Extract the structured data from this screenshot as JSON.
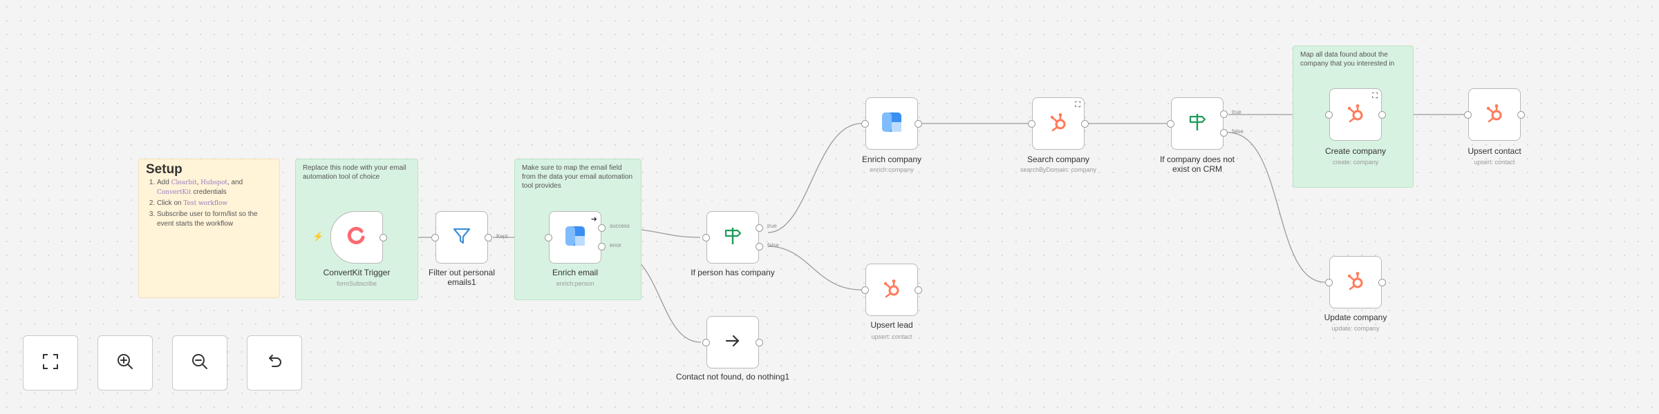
{
  "notes": {
    "setup": {
      "title": "Setup",
      "steps": [
        {
          "pre": "Add ",
          "hl": "Clearbit",
          "mid1": ", ",
          "hl2": "Hubspot",
          "mid2": ", and ",
          "hl3": "ConvertKit",
          "post": " credentials"
        },
        {
          "pre": "Click on ",
          "hl": "Test workflow",
          "post": ""
        },
        {
          "pre": "Subscribe user to form/list so the event starts the workflow"
        }
      ]
    },
    "trigger_note": "Replace this node with your email automation tool of choice",
    "email_note": "Make sure to map the email field from the data your email automation tool provides",
    "company_note": "Map all data found about the company that you interested in"
  },
  "nodes": {
    "convertkit": {
      "title": "ConvertKit Trigger",
      "subtitle": "formSubscribe"
    },
    "filter": {
      "title": "Filter out personal emails1",
      "out_label": "Kept"
    },
    "enrich_email": {
      "title": "Enrich email",
      "subtitle": "enrich:person",
      "out_success": "success",
      "out_error": "error"
    },
    "if_person": {
      "title": "If person has company",
      "out_true": "true",
      "out_false": "false"
    },
    "contact_not_found": {
      "title": "Contact not found, do nothing1"
    },
    "enrich_company": {
      "title": "Enrich company",
      "subtitle": "enrich:company"
    },
    "upsert_lead": {
      "title": "Upsert lead",
      "subtitle": "upsert: contact"
    },
    "search_company": {
      "title": "Search company",
      "subtitle": "searchByDomain: company"
    },
    "if_company": {
      "title": "If company does not exist on CRM",
      "out_true": "true",
      "out_false": "false"
    },
    "create_company": {
      "title": "Create company",
      "subtitle": "create: company"
    },
    "update_company": {
      "title": "Update company",
      "subtitle": "update: company"
    },
    "upsert_contact": {
      "title": "Upsert contact",
      "subtitle": "upsert: contact"
    }
  },
  "colors": {
    "hubspot": "#ff7a59",
    "clearbit": "#3a8ff2",
    "if_green": "#1d9a5a",
    "convertkit": "#fb6970",
    "filter_blue": "#3d8fd8"
  },
  "icons": {
    "convertkit": "convertkit-icon",
    "filter": "funnel-icon",
    "clearbit": "clearbit-icon",
    "if": "signpost-icon",
    "noop": "arrow-right-icon",
    "hubspot": "hubspot-icon"
  },
  "controls": [
    "fit-view-icon",
    "zoom-in-icon",
    "zoom-out-icon",
    "reset-zoom-icon"
  ]
}
